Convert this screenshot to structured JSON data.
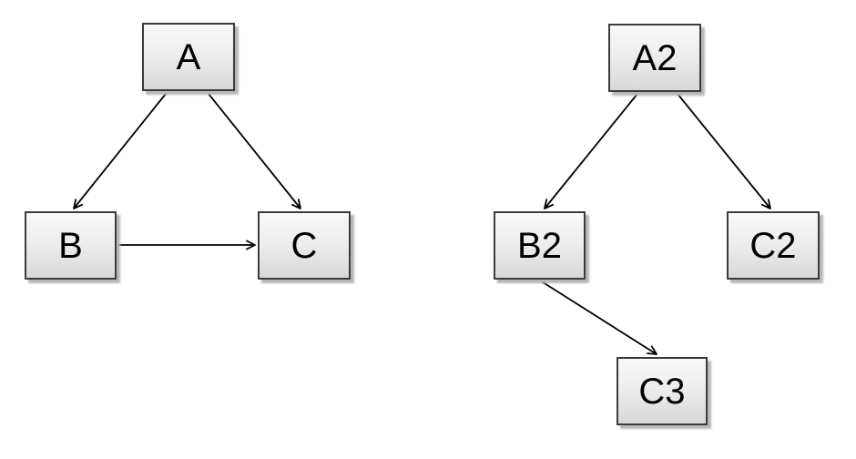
{
  "canvas": {
    "background": "#ffffff"
  },
  "colors": {
    "node_fill_top": "#f9f9f9",
    "node_fill_bottom": "#d8d8d8",
    "node_border": "#3c3c3c",
    "node_shadow": "#b7b7b7",
    "arrow": "#000000",
    "text": "#000000"
  },
  "diagrams": [
    {
      "name": "triangle-graph",
      "nodes": [
        {
          "id": "A",
          "label": "A"
        },
        {
          "id": "B",
          "label": "B"
        },
        {
          "id": "C",
          "label": "C"
        }
      ],
      "edges": [
        {
          "from": "A",
          "to": "B"
        },
        {
          "from": "A",
          "to": "C"
        },
        {
          "from": "B",
          "to": "C"
        }
      ]
    },
    {
      "name": "tree-graph",
      "nodes": [
        {
          "id": "A2",
          "label": "A2"
        },
        {
          "id": "B2",
          "label": "B2"
        },
        {
          "id": "C2",
          "label": "C2"
        },
        {
          "id": "C3",
          "label": "C3"
        }
      ],
      "edges": [
        {
          "from": "A2",
          "to": "B2"
        },
        {
          "from": "A2",
          "to": "C2"
        },
        {
          "from": "B2",
          "to": "C3"
        }
      ]
    }
  ]
}
